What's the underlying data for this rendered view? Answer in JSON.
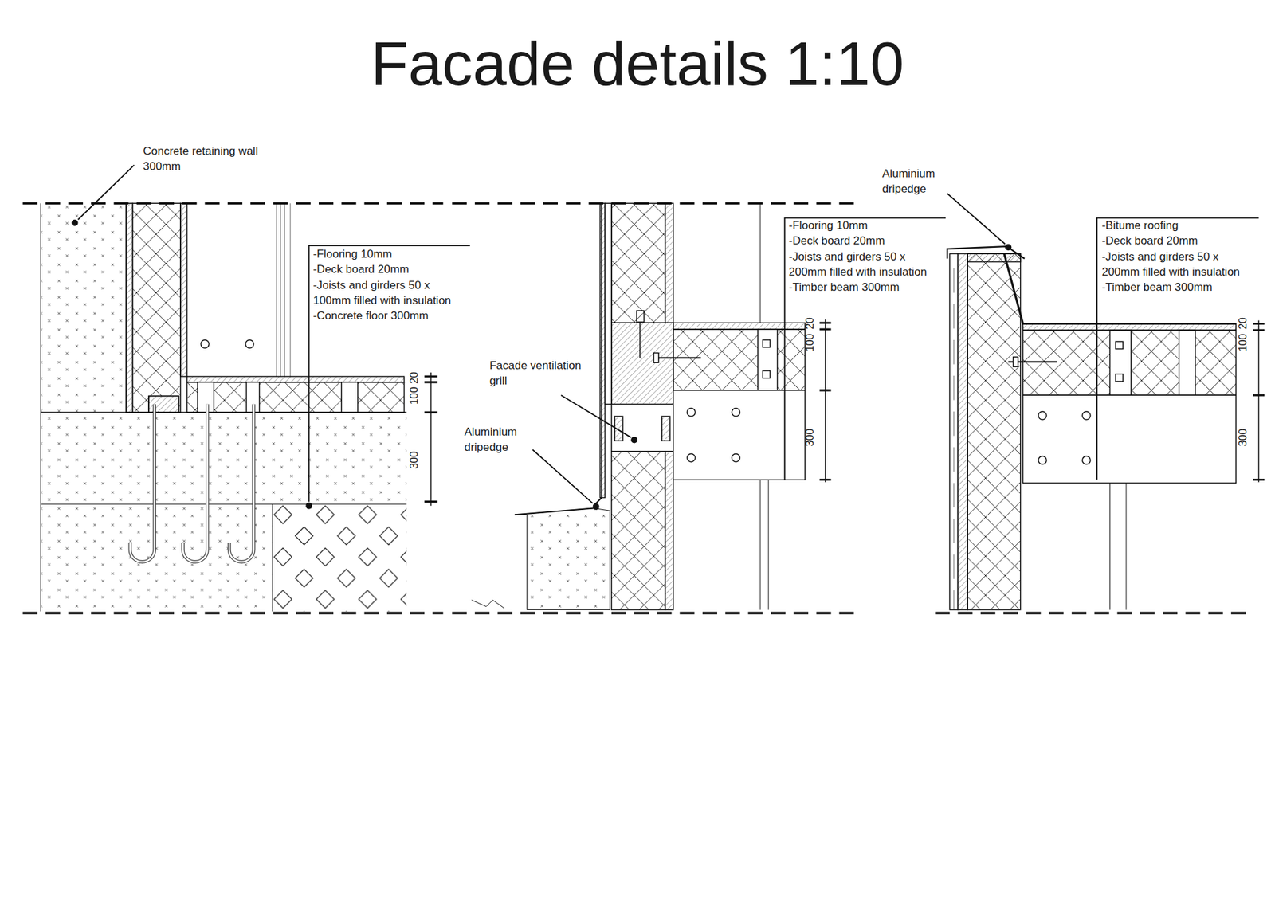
{
  "diagram": {
    "title": "Facade details 1:10",
    "labels": [
      "Concrete retaining wall 300mm",
      "-Flooring 10mm",
      "-Deck board 20mm",
      "-Joists and girders 50 x 100mm filled with insulation",
      "-Concrete floor 300mm",
      "20",
      "100",
      "300",
      "Facade ventilation grill",
      "Aluminium dripedge",
      "-Flooring 10mm",
      "-Deck board 20mm",
      "-Joists and girders 50 x 200mm filled with insulation",
      "-Timber beam 300mm",
      "20",
      "100",
      "300",
      "Aluminium dripedge",
      "-Bitume roofing",
      "-Deck board 20mm",
      "-Joists and girders 50 x 200mm filled with insulation",
      "-Timber beam 300mm",
      "20",
      "100",
      "300"
    ]
  }
}
